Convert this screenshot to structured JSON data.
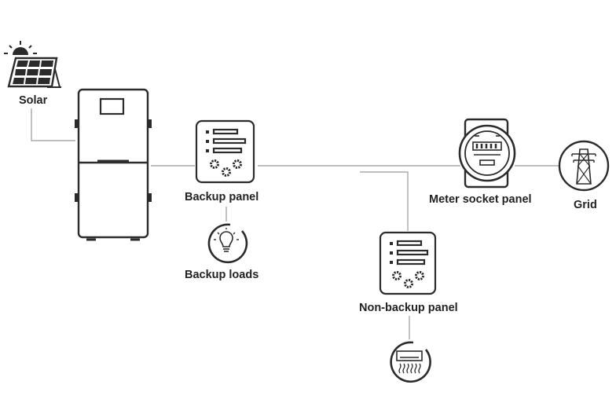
{
  "labels": {
    "solar": "Solar",
    "backup_panel": "Backup panel",
    "backup_loads": "Backup loads",
    "non_backup_panel": "Non-backup panel",
    "meter_socket_panel": "Meter socket panel",
    "grid": "Grid"
  },
  "icons": {
    "solar": "solar-panel-icon",
    "battery": "battery-cabinet-icon",
    "backup_panel": "electrical-panel-icon",
    "backup_loads": "light-bulb-icon",
    "non_backup_panel": "electrical-panel-icon",
    "non_backup_load": "air-conditioner-icon",
    "meter": "electric-meter-icon",
    "grid": "transmission-tower-icon"
  },
  "colors": {
    "stroke": "#2b2b2b",
    "line": "#9a9a9a",
    "text": "#222222"
  }
}
